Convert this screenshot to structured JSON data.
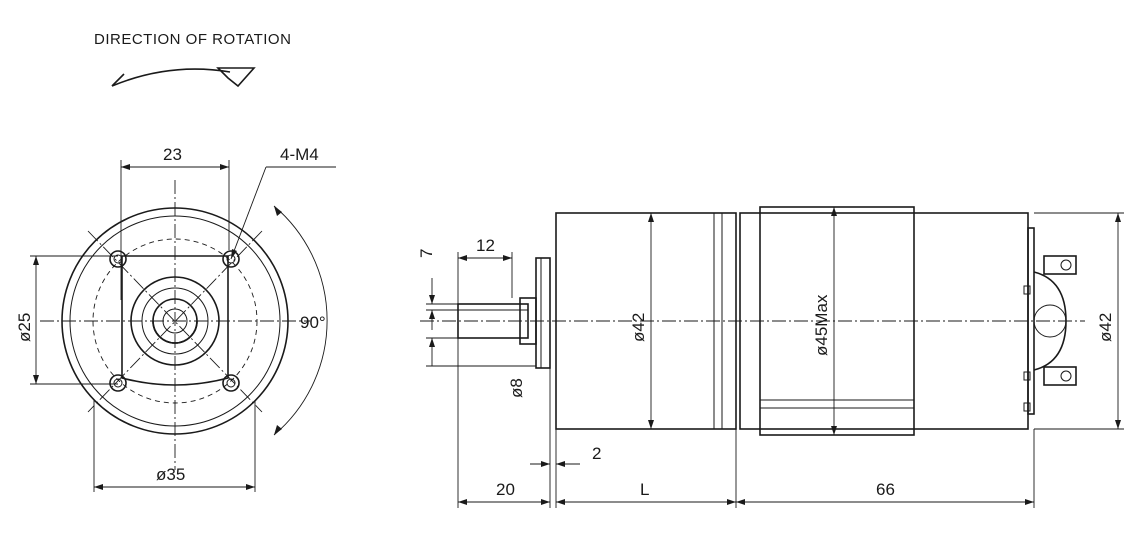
{
  "title": "DIRECTION OF ROTATION",
  "front_view": {
    "dim_width": "23",
    "dim_holes": "4-M4",
    "dim_height": "ø25",
    "dim_angle": "90°",
    "dim_bottom": "ø35"
  },
  "side_view": {
    "dim_key": "12",
    "dim_flat": "7",
    "dim_shaft": "ø8",
    "dim_gearbox": "ø42",
    "dim_motor_body": "ø45Max",
    "dim_end": "ø42",
    "dim_flange": "2",
    "dim_shaft_len": "20",
    "dim_gear_len": "L",
    "dim_motor_len": "66"
  }
}
